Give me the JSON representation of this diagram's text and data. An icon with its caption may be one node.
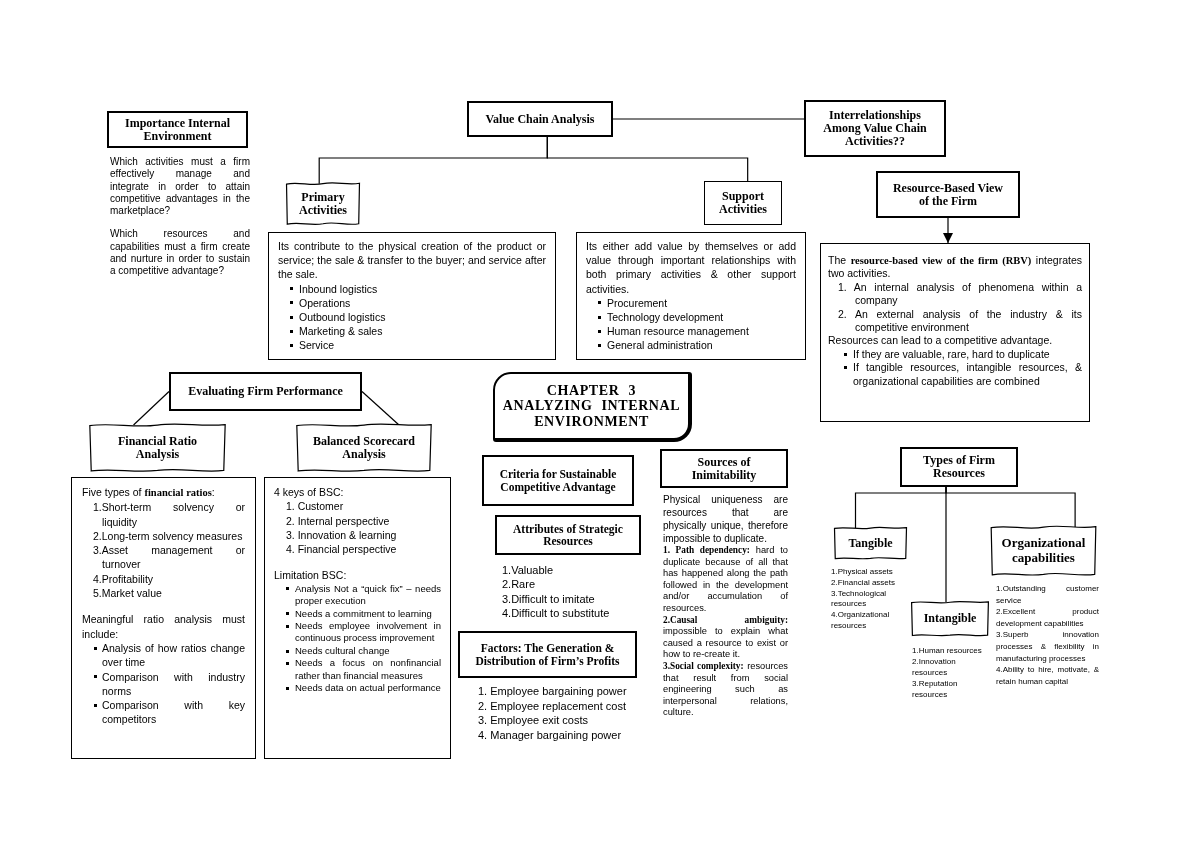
{
  "diagram": {
    "nodes": [
      {
        "text": [
          "Importance Internal Environment"
        ],
        "beside": [
          "Which activities must a firm effectively manage and integrate in order to attain competitive advantages in the marketplace?",
          "Which resources and capabilities must a firm create and nurture in order to sustain a competitive advantage?"
        ]
      },
      {
        "text": [
          "Value Chain Analysis"
        ]
      },
      {
        "text": [
          "Interrelationships Among Value Chain Activities??"
        ]
      },
      {
        "text": [
          "Resource-Based View of the Firm"
        ]
      },
      {
        "text": [
          "Primary Activities"
        ]
      },
      {
        "text": [
          "Support Activities"
        ]
      },
      {
        "text": [
          "Its contribute to the physical creation of the product or service; the sale & transfer to the buyer; and service after the sale.",
          "Inbound logistics",
          "Operations",
          "Outbound logistics",
          "Marketing & sales",
          "Service"
        ]
      },
      {
        "text": [
          "Its either add value by themselves or add value through important relationships with both primary activities & other support activities.",
          "Procurement",
          "Technology development",
          "Human resource management",
          "General administration"
        ]
      },
      {
        "text": [
          "The **resource-based view of the firm (RBV)** integrates two activities.",
          "1. An internal analysis of phenomena within a company",
          "2. An external analysis of the industry & its competitive environment",
          "Resources can lead to a competitive advantage.",
          "If they are valuable, rare, hard to duplicate",
          "If tangible resources, intangible resources, & organizational capabilities are combined"
        ]
      },
      {
        "text": [
          "Evaluating Firm Performance"
        ]
      },
      {
        "text": [
          "CHAPTER 3 ANALYZING INTERNAL ENVIRONMENT"
        ]
      },
      {
        "text": [
          "Financial Ratio Analysis"
        ]
      },
      {
        "text": [
          "Balanced Scorecard Analysis"
        ]
      },
      {
        "text": [
          "Types of Firm Resources"
        ]
      },
      {
        "text": [
          "Criteria for Sustainable Competitive Advantage"
        ]
      },
      {
        "text": [
          "Sources of Inimitability"
        ],
        "beside": [
          "Physical uniqueness are resources that are physically unique, therefore impossible to duplicate.",
          "**1. Path dependency:** hard to duplicate because of all that has happened along the path followed in the development and/or accumulation of resources.",
          "**2.Causal ambiguity:** impossible to explain what caused a resource to exist or how to re-create it.",
          "**3.Social complexity:** resources that result from social engineering such as interpersonal relations, culture."
        ]
      },
      {
        "text": [
          "Five types of **financial ratios**:",
          "1.Short-term solvency or liquidity",
          "2.Long-term solvency measures",
          "3.Asset management or turnover",
          "4.Profitability",
          "5.Market value",
          "Meaningful ratio analysis must include:",
          "Analysis of how ratios change over time",
          "Comparison with industry norms",
          "Comparison with key competitors"
        ]
      },
      {
        "text": [
          "4 keys of BSC:",
          "1. Customer",
          "2. Internal perspective",
          "3. Innovation & learning",
          "4. Financial perspective",
          "Limitation BSC:",
          "Analysis Not a “quick fix” – needs proper execution",
          "Needs a commitment to learning",
          "Needs employee involvement in continuous process improvement",
          "Needs cultural change",
          "Needs a focus on nonfinancial rather than financial measures",
          "Needs data on actual performance"
        ]
      },
      {
        "text": [
          "Attributes of Strategic Resources"
        ],
        "beside": [
          "1.Valuable",
          "2.Rare",
          "3.Difficult to imitate",
          "4.Difficult to substitute"
        ]
      },
      {
        "text": [
          "Tangible"
        ],
        "beside": [
          "1.Physical assets",
          "2.Financial assets",
          "3.Technological resources",
          "4.Organizational resources"
        ]
      },
      {
        "text": [
          "Organizational capabilities"
        ],
        "beside": [
          "1.Outstanding customer service",
          "2.Excellent product development capabilities",
          "3.Superb innovation processes & flexibility in manufacturing processes",
          "4.Ability to hire, motivate, & retain human capital"
        ]
      },
      {
        "text": [
          "Intangible"
        ],
        "beside": [
          "1.Human resources",
          "2.Innovation resources",
          "3.Reputation resources"
        ]
      },
      {
        "text": [
          "Factors: The Generation & Distribution of Firm’s Profits"
        ],
        "beside": [
          "1. Employee bargaining power",
          "2. Employee replacement cost",
          "3. Employee exit costs",
          "4. Manager bargaining power"
        ]
      }
    ],
    "edges": [
      {
        "from": 1,
        "to": 2,
        "arrow": "none"
      },
      {
        "from": 1,
        "to": 4,
        "arrow": "none"
      },
      {
        "from": 1,
        "to": 5,
        "arrow": "none"
      },
      {
        "from": 3,
        "to": 8,
        "arrow": "to"
      },
      {
        "from": 9,
        "to": 11,
        "arrow": "none"
      },
      {
        "from": 9,
        "to": 12,
        "arrow": "none"
      },
      {
        "from": 13,
        "to": 19,
        "arrow": "none"
      },
      {
        "from": 13,
        "to": 21,
        "arrow": "none"
      },
      {
        "from": 13,
        "to": 20,
        "arrow": "none"
      }
    ]
  }
}
